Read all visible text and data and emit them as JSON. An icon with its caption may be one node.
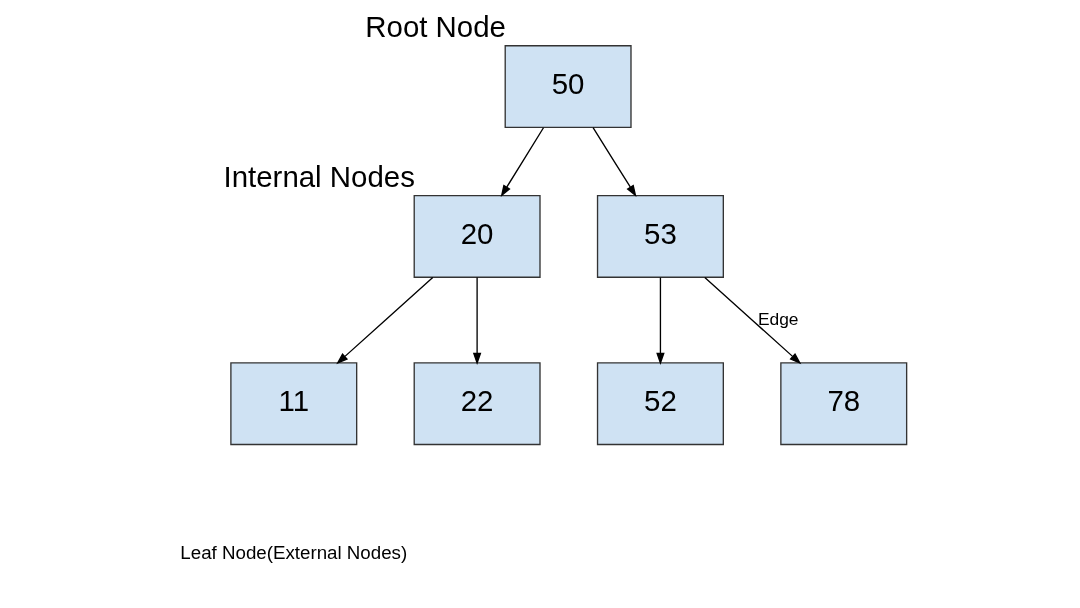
{
  "diagram": {
    "nodes": [
      {
        "text": [
          "50"
        ],
        "beside": [
          "Root Node"
        ]
      },
      {
        "text": [
          "20"
        ],
        "beside": [
          "Internal Nodes"
        ]
      },
      {
        "text": [
          "53"
        ]
      },
      {
        "text": [
          "11"
        ]
      },
      {
        "text": [
          "22"
        ]
      },
      {
        "text": [
          "52"
        ]
      },
      {
        "text": [
          "78"
        ]
      }
    ],
    "edges": [
      {
        "from": 0,
        "to": 1,
        "arrow": "to"
      },
      {
        "from": 0,
        "to": 2,
        "arrow": "to"
      },
      {
        "from": 1,
        "to": 3,
        "arrow": "to"
      },
      {
        "from": 1,
        "to": 4,
        "arrow": "to"
      },
      {
        "from": 2,
        "to": 5,
        "arrow": "to"
      },
      {
        "from": 2,
        "to": 6,
        "arrow": "to",
        "label": "Edge"
      }
    ],
    "labels": [
      "Leaf Node(External Nodes)"
    ]
  }
}
